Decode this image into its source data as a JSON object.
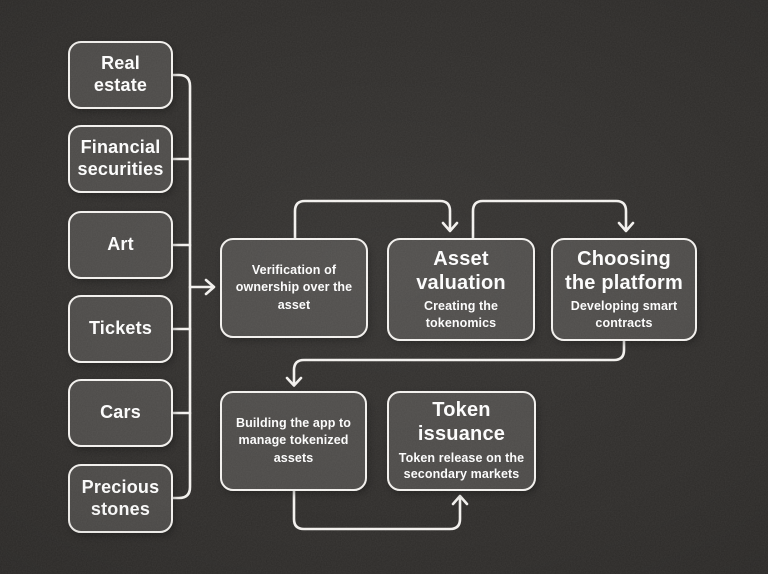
{
  "colors": {
    "background": "#2e2c2a",
    "box_fill": "#4b4947",
    "stroke": "#f5f3f0",
    "text": "#ffffff"
  },
  "asset_types": {
    "items": [
      {
        "label": "Real estate"
      },
      {
        "label": "Financial securities"
      },
      {
        "label": "Art"
      },
      {
        "label": "Tickets"
      },
      {
        "label": "Cars"
      },
      {
        "label": "Precious stones"
      }
    ]
  },
  "steps": {
    "verification": {
      "text": "Verification of ownership over the asset"
    },
    "asset_valuation": {
      "title": "Asset valuation",
      "subtitle": "Creating the tokenomics"
    },
    "choosing_platform": {
      "title": "Choosing the platform",
      "subtitle": "Developing smart contracts"
    },
    "building_app": {
      "text": "Building the app to manage tokenized assets"
    },
    "token_issuance": {
      "title": "Token issuance",
      "subtitle": "Token release on the secondary markets"
    }
  }
}
